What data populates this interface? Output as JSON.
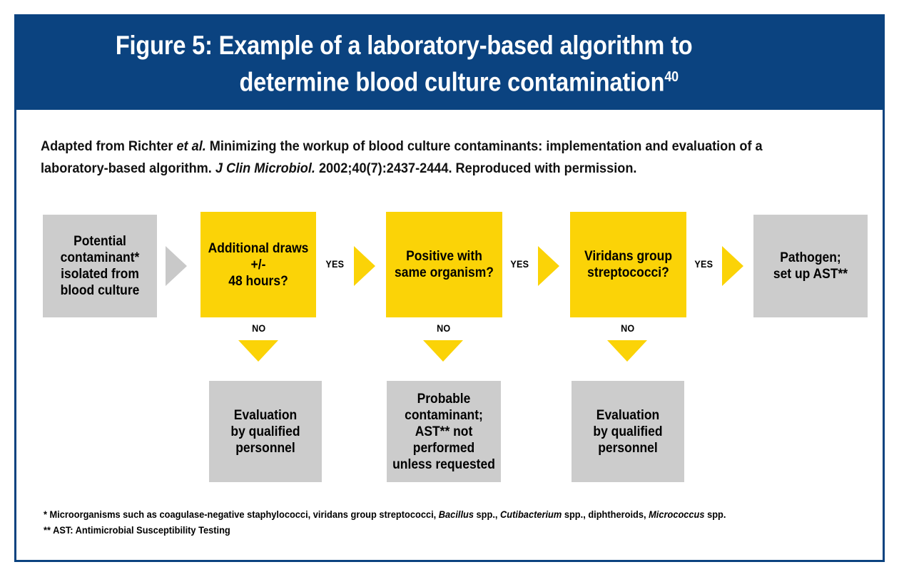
{
  "figure": {
    "title_line1": "Figure 5: Example of a laboratory-based algorithm to",
    "title_line2": "determine blood culture contamination",
    "title_superscript": "40",
    "colors": {
      "header_blue": "#0B4380",
      "accent_yellow": "#FBD307",
      "node_gray": "#CCCCCC",
      "text_black": "#000000"
    }
  },
  "source_note": {
    "part1": "Adapted from Richter ",
    "italic1": "et al.",
    "part2": " Minimizing the workup of blood culture contaminants: implementation and evaluation of a laboratory-based algorithm. ",
    "italic2": "J Clin Microbiol.",
    "part3": " 2002;40(7):2437-2444. Reproduced with permission."
  },
  "flow": {
    "start_node": {
      "label": "Potential\ncontaminant*\nisolated from\nblood culture",
      "type": "gray"
    },
    "decisions": [
      {
        "id": "additional-draws",
        "label": "Additional draws\n+/-\n48 hours?",
        "yes_label": "YES",
        "no_label": "NO",
        "no_target": "Evaluation\nby qualified\npersonnel"
      },
      {
        "id": "positive-same-organism",
        "label": "Positive with\nsame organism?",
        "yes_label": "YES",
        "no_label": "NO",
        "no_target": "Probable\ncontaminant;\nAST** not\nperformed\nunless requested"
      },
      {
        "id": "viridans-group-streptococci",
        "label": "Viridans group\nstreptococci?",
        "yes_label": "YES",
        "no_label": "NO",
        "no_target": "Evaluation\nby qualified\npersonnel"
      }
    ],
    "end_node": {
      "label": "Pathogen;\nset up AST**",
      "type": "gray"
    }
  },
  "footnotes": {
    "one": {
      "a": "* Microorganisms such as coagulase-negative staphylococci, viridans group streptococci, ",
      "i1": "Bacillus",
      "b": " spp.,  ",
      "i2": "Cutibacterium",
      "c": " spp., diphtheroids, ",
      "i3": "Micrococcus",
      "d": " spp."
    },
    "two": "** AST: Antimicrobial Susceptibility Testing"
  }
}
